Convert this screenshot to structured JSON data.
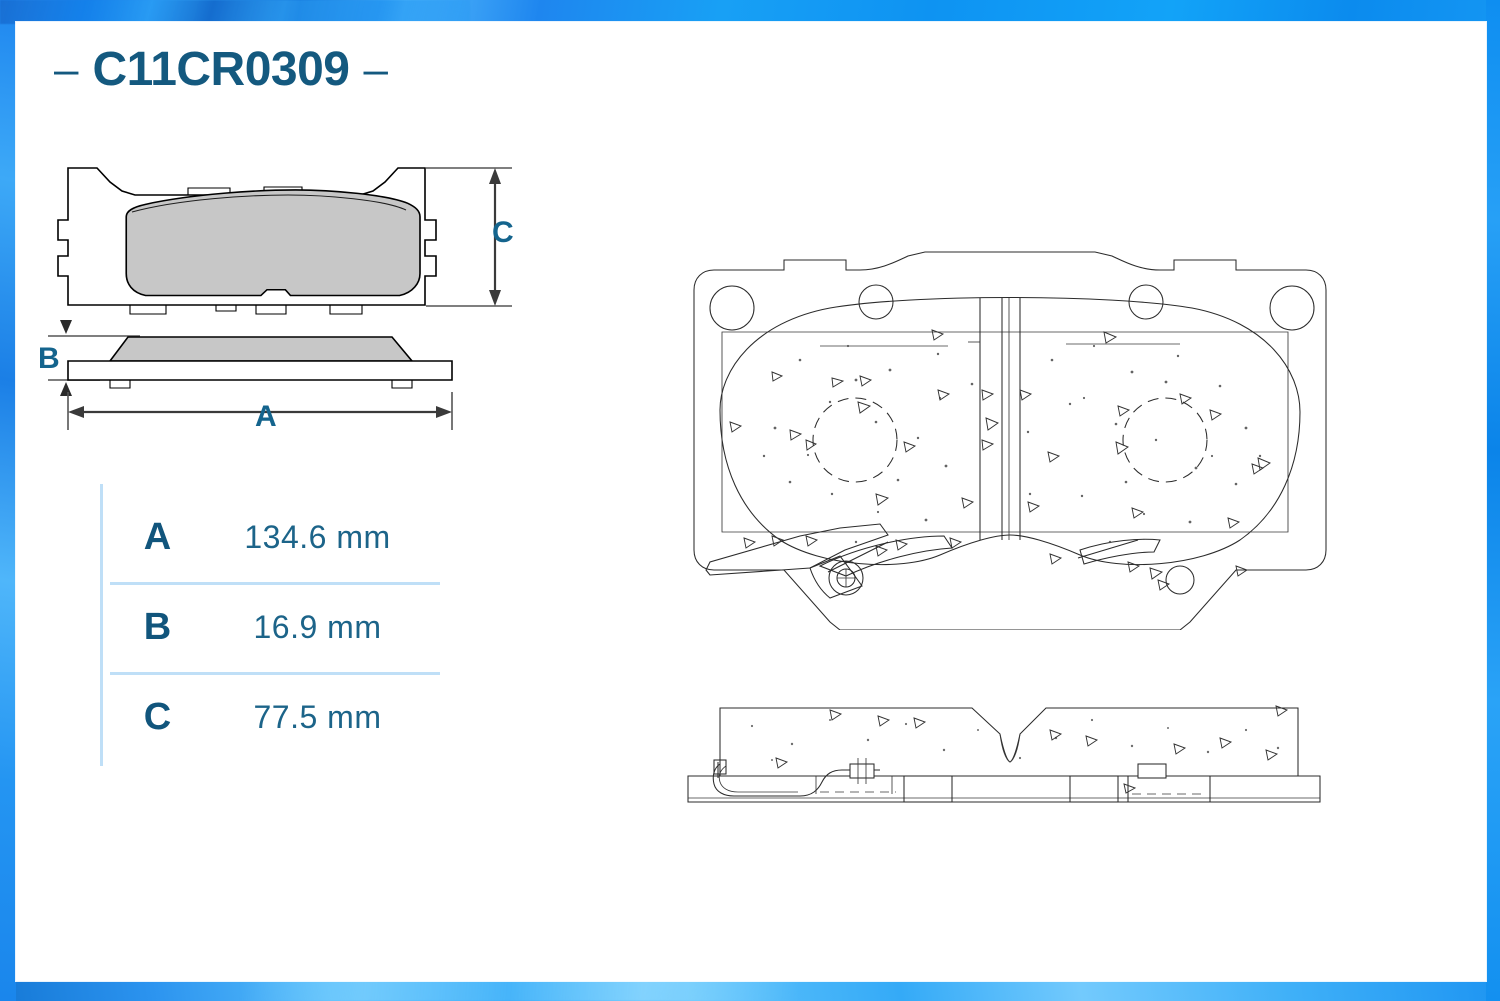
{
  "title": {
    "left_dash": "–",
    "code": "C11CR0309",
    "right_dash": "–"
  },
  "colors": {
    "title_blue": "#14597f",
    "label_blue": "#14648d",
    "divider_blue": "#bfdff7",
    "frame_blue": "#1e90f0",
    "friction_grey": "#c7c7c7",
    "line_black": "#000000"
  },
  "dimension_table": {
    "rows": [
      {
        "key": "A",
        "value": "134.6 mm"
      },
      {
        "key": "B",
        "value": "16.9 mm"
      },
      {
        "key": "C",
        "value": "77.5 mm"
      }
    ]
  },
  "drawing_labels": {
    "height_label": "C",
    "thickness_label": "B",
    "width_label": "A"
  },
  "views": {
    "pad_front": "brake-pad-front-view",
    "pad_side": "brake-pad-side-view",
    "caliper_front": "caliper-assembly-front-view",
    "caliper_side": "caliper-assembly-side-view"
  }
}
